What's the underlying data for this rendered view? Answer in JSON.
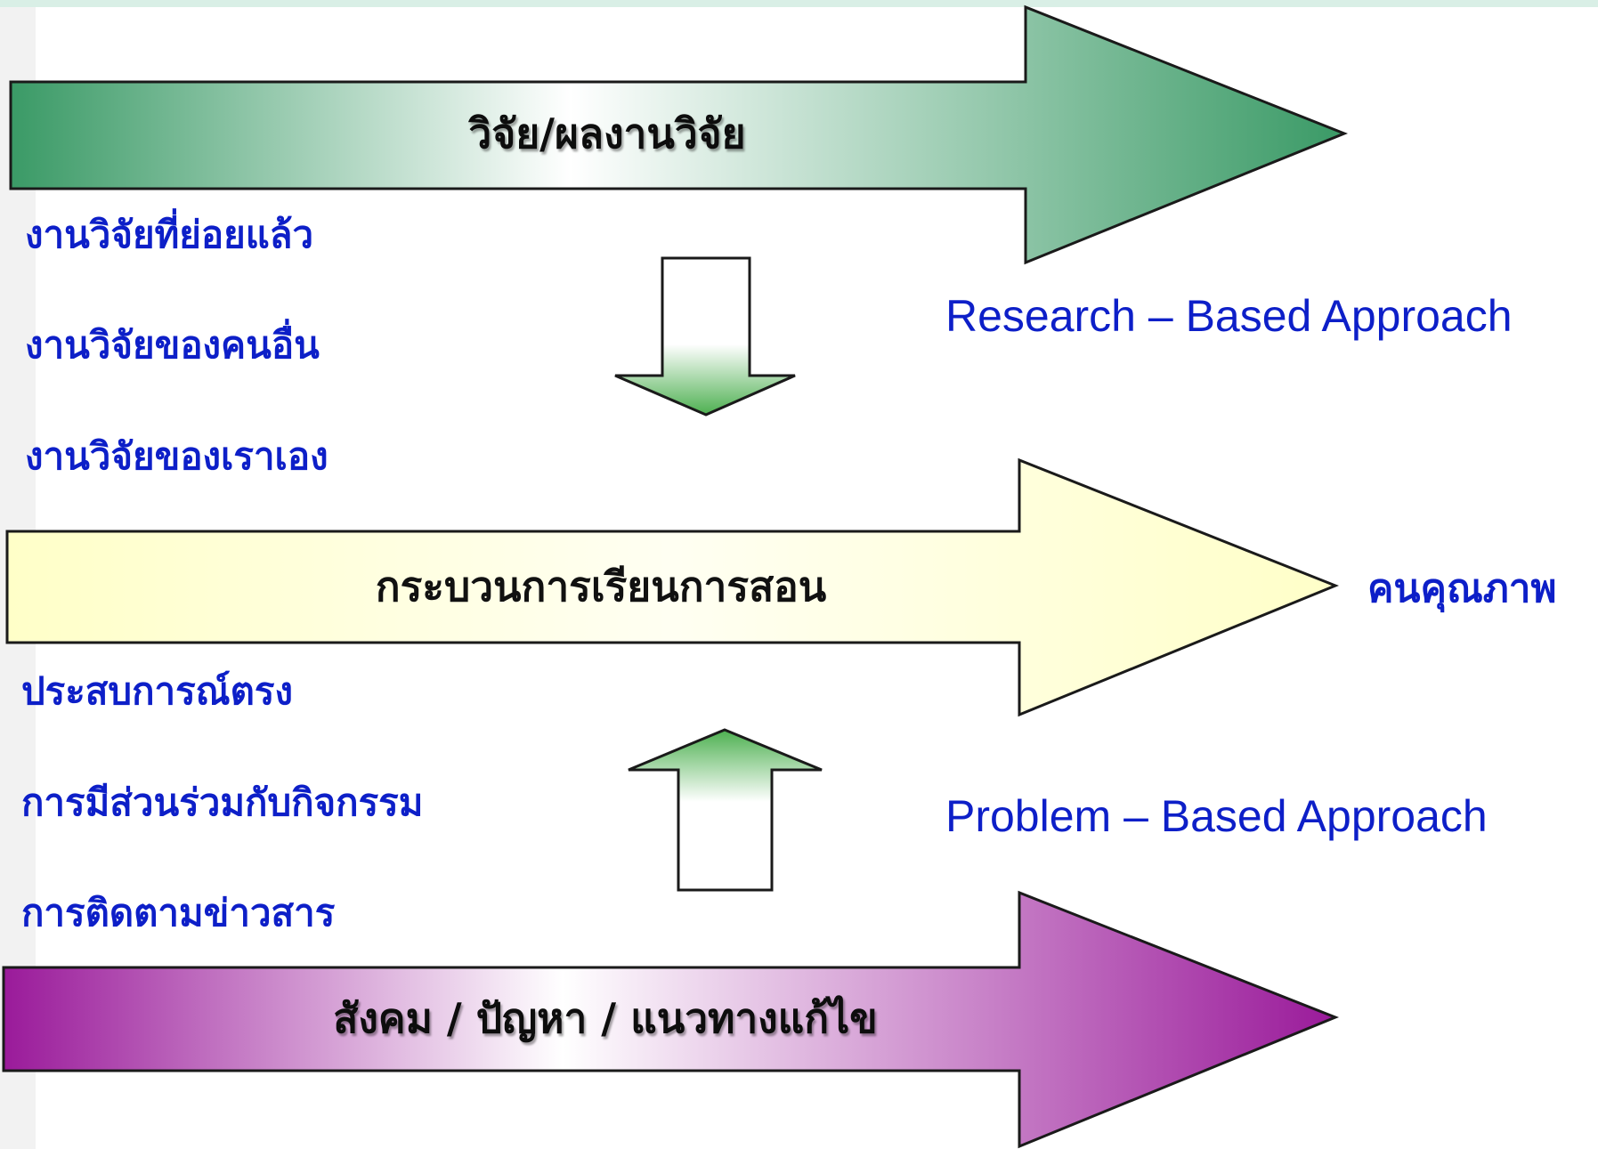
{
  "colors": {
    "green": "#3a9a66",
    "yellow": "#ffffcc",
    "purple": "#9a1a9a",
    "text_blue": "#0d1fc8",
    "outline": "#1a1a1a"
  },
  "arrows": {
    "research": {
      "label": "วิจัย/ผลงานวิจัย"
    },
    "teaching": {
      "label": "กระบวนการเรียนการสอน"
    },
    "society": {
      "label": "สังคม / ปัญหา / แนวทางแก้ไข"
    }
  },
  "research_items": [
    "งานวิจัยที่ย่อยแล้ว",
    "งานวิจัยของคนอื่น",
    "งานวิจัยของเราเอง"
  ],
  "experience_items": [
    "ประสบการณ์ตรง",
    "การมีส่วนร่วมกับกิจกรรม",
    "การติดตามข่าวสาร"
  ],
  "approaches": {
    "research": "Research – Based Approach",
    "problem": "Problem – Based Approach"
  },
  "outcome": "คนคุณภาพ"
}
